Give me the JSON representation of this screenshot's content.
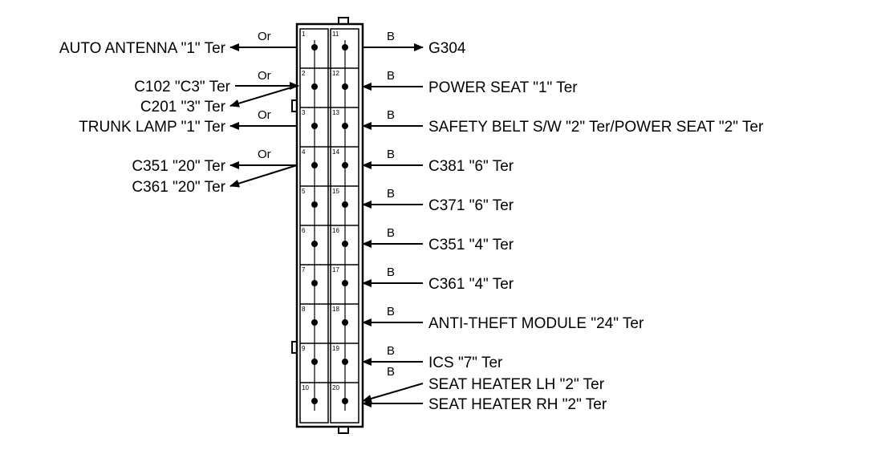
{
  "connector": {
    "pins_left": [
      "1",
      "2",
      "3",
      "4",
      "5",
      "6",
      "7",
      "8",
      "9",
      "10"
    ],
    "pins_right": [
      "11",
      "12",
      "13",
      "14",
      "15",
      "16",
      "17",
      "18",
      "19",
      "20"
    ]
  },
  "left_wires": [
    {
      "pin": "1",
      "color": "Or",
      "labels": [
        "AUTO ANTENNA \"1\" Ter"
      ]
    },
    {
      "pin": "2",
      "color": "Or",
      "labels": [
        "C102 \"C3\" Ter",
        "C201 \"3\" Ter"
      ]
    },
    {
      "pin": "3",
      "color": "Or",
      "labels": [
        "TRUNK LAMP \"1\" Ter"
      ]
    },
    {
      "pin": "4",
      "color": "Or",
      "labels": [
        "C351 \"20\" Ter",
        "C361 \"20\" Ter"
      ]
    }
  ],
  "right_wires": [
    {
      "pin": "11",
      "color": "B",
      "label": "G304"
    },
    {
      "pin": "12",
      "color": "B",
      "label": "POWER SEAT \"1\" Ter"
    },
    {
      "pin": "13",
      "color": "B",
      "label": "SAFETY BELT S/W \"2\" Ter/POWER SEAT \"2\" Ter"
    },
    {
      "pin": "14",
      "color": "B",
      "label": "C381 \"6\" Ter"
    },
    {
      "pin": "15",
      "color": "B",
      "label": "C371 \"6\" Ter"
    },
    {
      "pin": "16",
      "color": "B",
      "label": "C351 \"4\" Ter"
    },
    {
      "pin": "17",
      "color": "B",
      "label": "C361 \"4\" Ter"
    },
    {
      "pin": "18",
      "color": "B",
      "label": "ANTI-THEFT MODULE \"24\" Ter"
    },
    {
      "pin": "19",
      "color": "B",
      "label": "ICS \"7\" Ter"
    },
    {
      "pin": "20",
      "color": "B",
      "labels": [
        "SEAT HEATER LH \"2\" Ter",
        "SEAT HEATER RH \"2\" Ter"
      ]
    }
  ]
}
